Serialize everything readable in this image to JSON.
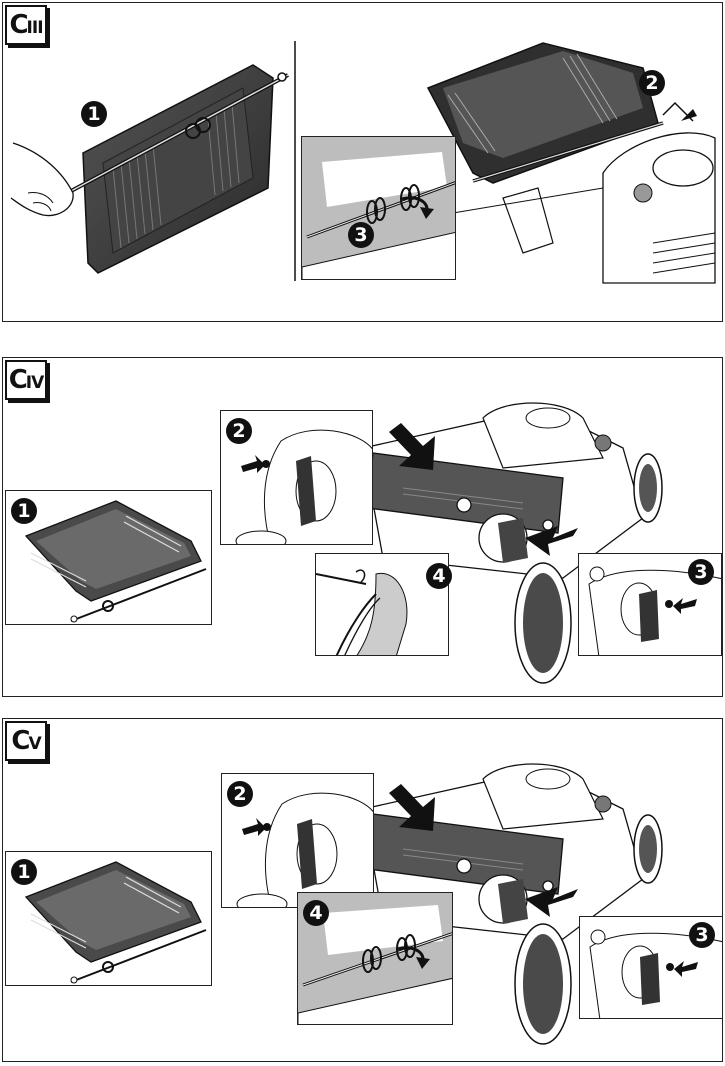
{
  "panels": [
    {
      "tag_main": "C",
      "tag_sub": "III",
      "steps": [
        "1",
        "2",
        "3"
      ]
    },
    {
      "tag_main": "C",
      "tag_sub": "IV",
      "steps": [
        "1",
        "2",
        "3",
        "4"
      ]
    },
    {
      "tag_main": "C",
      "tag_sub": "V",
      "steps": [
        "1",
        "2",
        "3",
        "4"
      ]
    }
  ],
  "colors": {
    "ink": "#111111",
    "cover_dark": "#3a3a3a",
    "cover_mid": "#7a7a7a",
    "shade": "#bdbdbd"
  }
}
